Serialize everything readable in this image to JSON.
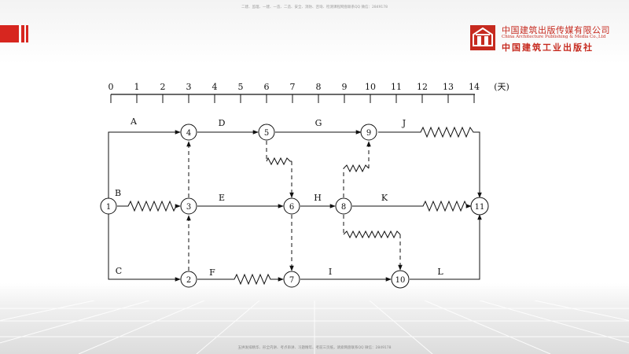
{
  "header": {
    "top_note": "二建、监理、一建、一造、二造、安全、消防、咨询、检测课程网盘联系QQ 微信：2849178",
    "publisher_cn": "中国建筑出版传媒有限公司",
    "publisher_en": "China Architecture Publishing & Media Co.,Ltd",
    "publisher_cn2": "中国建筑工业出版社"
  },
  "footer": {
    "bottom_note": "五拱发排精华、形全内讲、考点串讲、习题精年、考前三页纸，请索网盘联系QQ 微信：2849178"
  },
  "colors": {
    "accent": "#d7261f",
    "line": "#111111"
  },
  "timescale": {
    "ticks": [
      "0",
      "1",
      "2",
      "3",
      "4",
      "5",
      "6",
      "7",
      "8",
      "9",
      "10",
      "11",
      "12",
      "13",
      "14"
    ],
    "unit": "(天)"
  },
  "nodes": [
    {
      "id": "1",
      "label": "1"
    },
    {
      "id": "2",
      "label": "2"
    },
    {
      "id": "3",
      "label": "3"
    },
    {
      "id": "4",
      "label": "4"
    },
    {
      "id": "5",
      "label": "5"
    },
    {
      "id": "6",
      "label": "6"
    },
    {
      "id": "7",
      "label": "7"
    },
    {
      "id": "8",
      "label": "8"
    },
    {
      "id": "9",
      "label": "9"
    },
    {
      "id": "10",
      "label": "10"
    },
    {
      "id": "11",
      "label": "11"
    }
  ],
  "activities": {
    "A": "A",
    "B": "B",
    "C": "C",
    "D": "D",
    "E": "E",
    "F": "F",
    "G": "G",
    "H": "H",
    "I": "I",
    "J": "J",
    "K": "K",
    "L": "L"
  }
}
